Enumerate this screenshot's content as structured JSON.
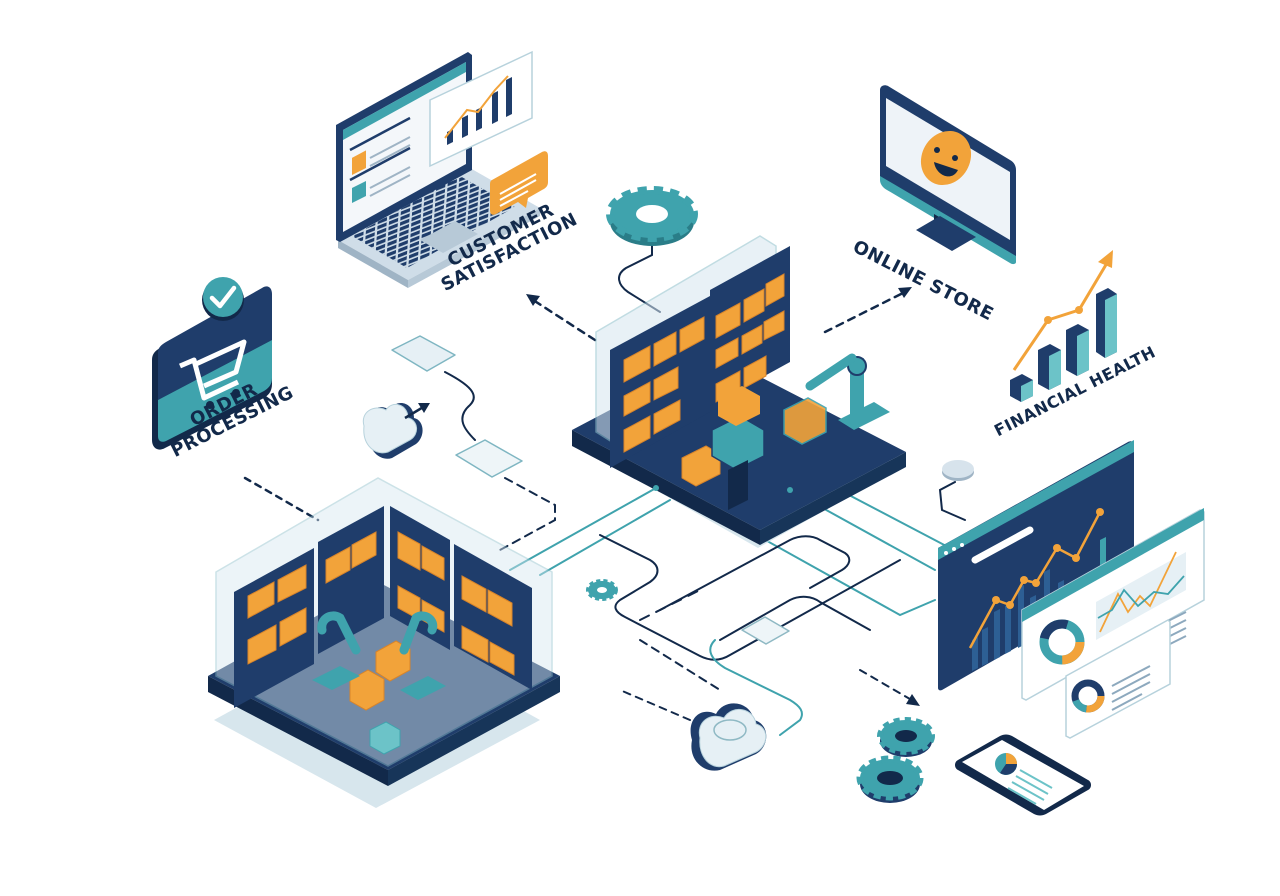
{
  "diagram": {
    "style": "isometric illustration",
    "theme": "e-commerce warehouse operations",
    "colors": {
      "navy": "#1f3d6b",
      "dark_navy": "#12294a",
      "teal": "#3fa3ad",
      "light_teal": "#6cc3c8",
      "orange": "#f2a33a",
      "light_blue": "#d7e7f0",
      "background": "#ffffff"
    },
    "labels": {
      "order_processing": {
        "line1": "Order",
        "line2": "Processing"
      },
      "customer_satisfaction": {
        "line1": "Customer",
        "line2": "Satisfaction"
      },
      "online_store": {
        "line1": "Online Store"
      },
      "financial_health": {
        "line1": "Financial Health"
      }
    },
    "nodes": [
      {
        "id": "order-processing",
        "icon": "shopping-cart-check-icon",
        "label": "Order Processing"
      },
      {
        "id": "customer-satisfaction",
        "icon": "laptop-analytics-icon",
        "label": "Customer Satisfaction"
      },
      {
        "id": "online-store",
        "icon": "monitor-smiley-icon",
        "label": "Online Store"
      },
      {
        "id": "financial-health",
        "icon": "growth-bar-chart-icon",
        "label": "Financial Health"
      },
      {
        "id": "central-warehouse",
        "icon": "warehouse-shelves-robot-arm-icon"
      },
      {
        "id": "fulfillment-warehouse",
        "icon": "warehouse-robot-arms-icon"
      },
      {
        "id": "analytics-dashboard",
        "icon": "dashboard-charts-icon"
      },
      {
        "id": "mobile-report",
        "icon": "smartphone-pie-chart-icon"
      },
      {
        "id": "cloud-upload",
        "icon": "cloud-upload-icon"
      },
      {
        "id": "cloud-sync",
        "icon": "cloud-sync-icon"
      },
      {
        "id": "gears",
        "icon": "gear-icon"
      }
    ],
    "flows": [
      {
        "from": "central-warehouse",
        "to": "customer-satisfaction",
        "style": "dashed-arrow"
      },
      {
        "from": "central-warehouse",
        "to": "online-store",
        "style": "dashed-arrow"
      },
      {
        "from": "order-processing",
        "to": "fulfillment-warehouse",
        "style": "dashed"
      },
      {
        "from": "central-warehouse",
        "to": "fulfillment-warehouse",
        "style": "solid-teal"
      },
      {
        "from": "central-warehouse",
        "to": "analytics-dashboard",
        "style": "solid-teal"
      },
      {
        "from": "analytics-dashboard",
        "to": "gears",
        "style": "dashed-arrow"
      }
    ]
  }
}
